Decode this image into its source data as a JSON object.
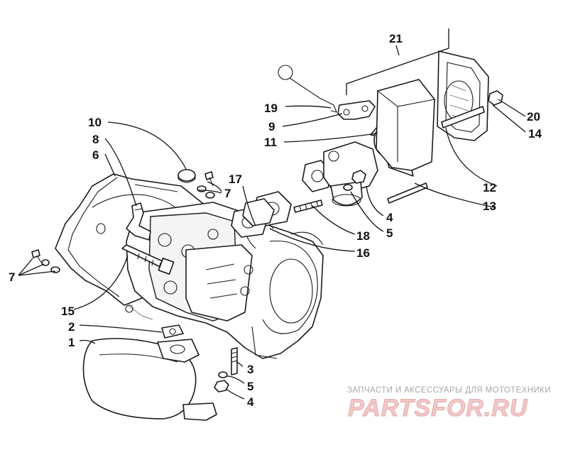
{
  "callouts": {
    "c1": "1",
    "c2": "2",
    "c3": "3",
    "c4a": "4",
    "c4b": "4",
    "c5a": "5",
    "c5b": "5",
    "c6": "6",
    "c7a": "7",
    "c7b": "7",
    "c8": "8",
    "c9": "9",
    "c10": "10",
    "c11": "11",
    "c12": "12",
    "c13": "13",
    "c14": "14",
    "c15": "15",
    "c16": "16",
    "c17": "17",
    "c18": "18",
    "c19": "19",
    "c20": "20",
    "c21": "21"
  },
  "watermark": {
    "tagline": "ЗАПЧАСТИ И АКСЕССУАРЫ ДЛЯ МОТОТЕХНИКИ",
    "logo": "PARTSFOR.RU"
  },
  "colors": {
    "line": "#1a1a1a",
    "watermark_text": "#a8a8a8",
    "watermark_logo": "#f1c9c9"
  }
}
